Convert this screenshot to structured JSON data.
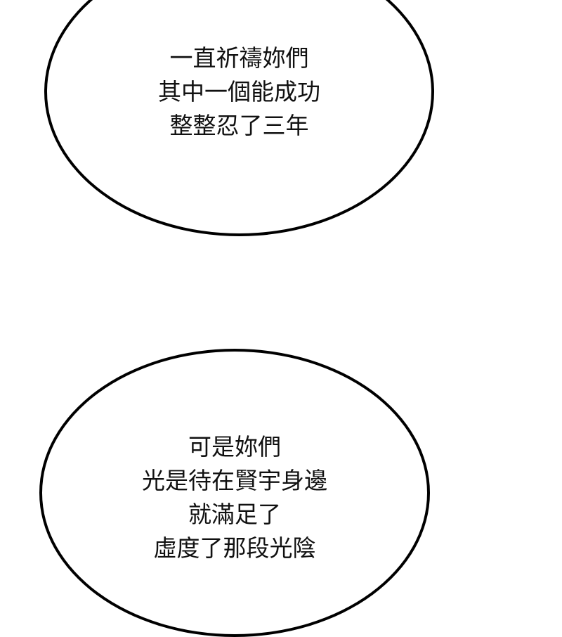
{
  "panel": {
    "background": "#ffffff",
    "bubble_border_color": "#000000",
    "text_color": "#111111"
  },
  "bubbles": [
    {
      "lines": [
        "一直祈禱妳們",
        "其中一個能成功",
        "整整忍了三年"
      ]
    },
    {
      "lines": [
        "可是妳們",
        "光是待在賢宇身邊",
        "就滿足了",
        "虛度了那段光陰"
      ]
    }
  ]
}
